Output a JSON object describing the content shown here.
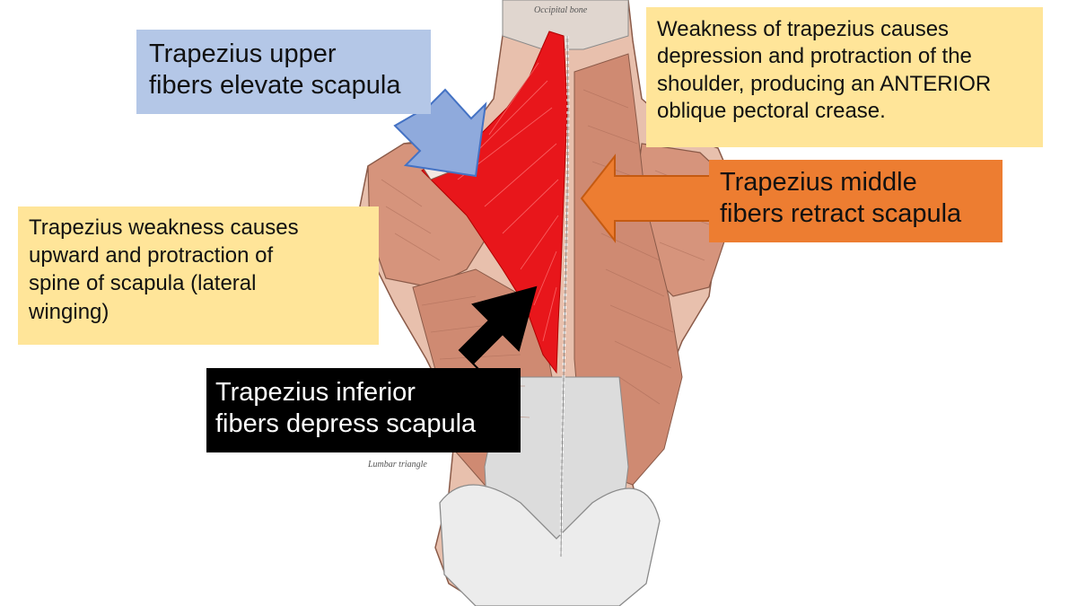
{
  "figure": {
    "image_labels": {
      "occipital": "Occipital bone",
      "lumbar": "Lumbar triangle"
    },
    "callouts": {
      "upper_fibers": [
        "Trapezius upper",
        "fibers elevate scapula"
      ],
      "weakness_anterior": [
        "Weakness of trapezius causes",
        "depression and protraction of the",
        "shoulder, producing an ANTERIOR",
        "oblique pectoral crease."
      ],
      "middle_fibers": [
        "Trapezius middle",
        "fibers retract scapula"
      ],
      "weakness_lateral": [
        "Trapezius weakness causes",
        "upward and protraction of",
        "spine of scapula (lateral",
        "winging)"
      ],
      "inferior_fibers": [
        "Trapezius inferior",
        "fibers depress scapula"
      ]
    },
    "colors": {
      "upper_box": "#b4c7e7",
      "upper_arrow": "#8faadc",
      "middle_box": "#ed7d31",
      "weakness_box": "#ffe599",
      "inferior_box": "#000000",
      "trapezius_muscle": "#e8161b",
      "muscle_tone": "#c98a74"
    },
    "arrows": [
      {
        "name": "upper-fibers-arrow",
        "color": "#8faadc",
        "points_to": "upper trapezius"
      },
      {
        "name": "middle-fibers-arrow",
        "color": "#ed7d31",
        "points_to": "middle trapezius"
      },
      {
        "name": "inferior-fibers-arrow",
        "color": "#000000",
        "points_to": "inferior trapezius"
      }
    ]
  }
}
